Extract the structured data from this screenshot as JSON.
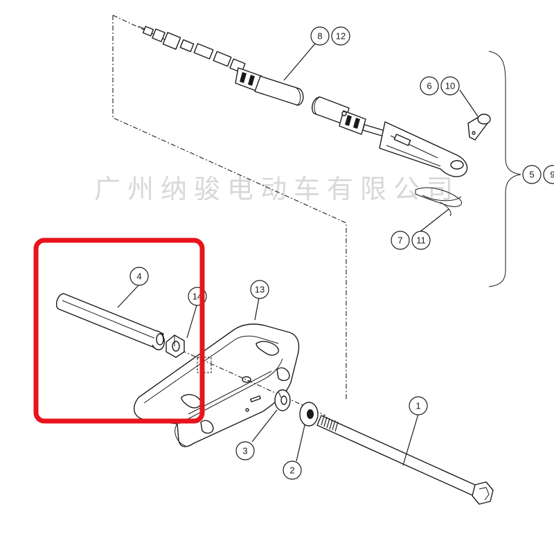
{
  "watermark": "广州纳骏电动车有限公司",
  "colors": {
    "highlight": "#e8141c",
    "ink": "#1a1a1a",
    "watermark": "#d8d8d8"
  },
  "callouts": [
    {
      "id": "c8",
      "label": "8"
    },
    {
      "id": "c12",
      "label": "12"
    },
    {
      "id": "c6",
      "label": "6"
    },
    {
      "id": "c10",
      "label": "10"
    },
    {
      "id": "c5",
      "label": "5"
    },
    {
      "id": "c9",
      "label": "9"
    },
    {
      "id": "c7",
      "label": "7"
    },
    {
      "id": "c11",
      "label": "11"
    },
    {
      "id": "c4",
      "label": "4"
    },
    {
      "id": "c14",
      "label": "14"
    },
    {
      "id": "c13",
      "label": "13"
    },
    {
      "id": "c1",
      "label": "1"
    },
    {
      "id": "c3",
      "label": "3"
    },
    {
      "id": "c2",
      "label": "2"
    }
  ],
  "highlight_box": {
    "covers_parts": [
      "4",
      "14"
    ]
  }
}
